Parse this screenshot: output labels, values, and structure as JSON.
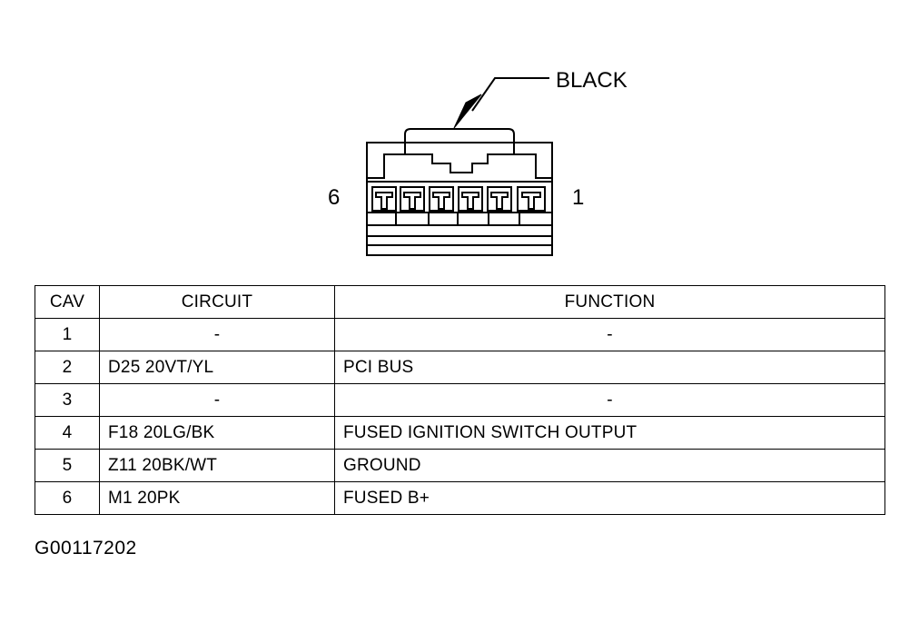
{
  "connector": {
    "color_label": "BLACK",
    "left_pin_label": "6",
    "right_pin_label": "1"
  },
  "table": {
    "headers": {
      "cav": "CAV",
      "circuit": "CIRCUIT",
      "function": "FUNCTION"
    },
    "rows": [
      {
        "cav": "1",
        "circuit": "-",
        "function": "-"
      },
      {
        "cav": "2",
        "circuit": "D25 20VT/YL",
        "function": "PCI BUS"
      },
      {
        "cav": "3",
        "circuit": "-",
        "function": "-"
      },
      {
        "cav": "4",
        "circuit": "F18 20LG/BK",
        "function": "FUSED IGNITION SWITCH OUTPUT"
      },
      {
        "cav": "5",
        "circuit": "Z11 20BK/WT",
        "function": "GROUND"
      },
      {
        "cav": "6",
        "circuit": "M1 20PK",
        "function": "FUSED B+"
      }
    ]
  },
  "figure_id": "G00117202"
}
